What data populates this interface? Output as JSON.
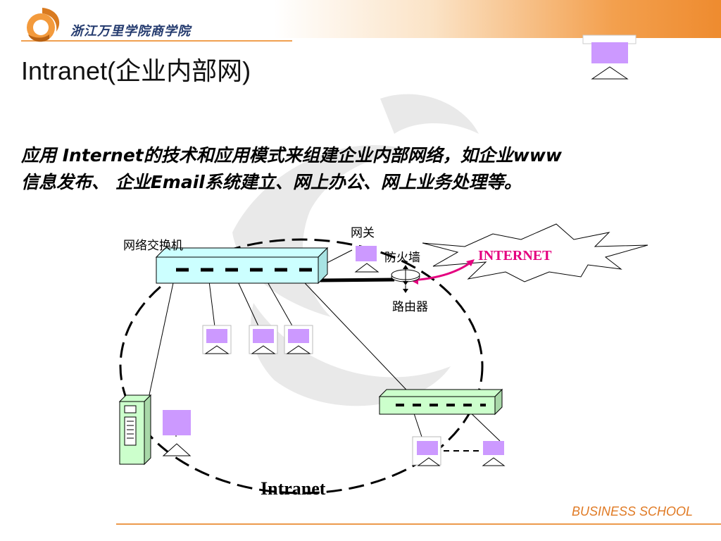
{
  "header": {
    "school_name": "浙江万里学院商学院"
  },
  "slide": {
    "title": "Intranet(企业内部网)",
    "body_lines": [
      "应用 Internet的技术和应用模式来组建企业内部网络，如企业www",
      "信息发布、 企业Email系统建立、网上办公、网上业务处理等。"
    ],
    "footer": "BUSINESS SCHOOL"
  },
  "diagram": {
    "labels": {
      "switch": "网络交换机",
      "gateway": "网关",
      "firewall": "防火墙",
      "internet": "INTERNET",
      "router": "路由器",
      "intranet": "Intranet"
    },
    "colors": {
      "monitor": "#cc99ff",
      "switch": "#ccffff",
      "hub": "#ccffcc",
      "server": "#ccffcc",
      "internet_link": "#e4007f",
      "header_accent": "#ee8b2f",
      "footer_text": "#e07a24"
    }
  }
}
